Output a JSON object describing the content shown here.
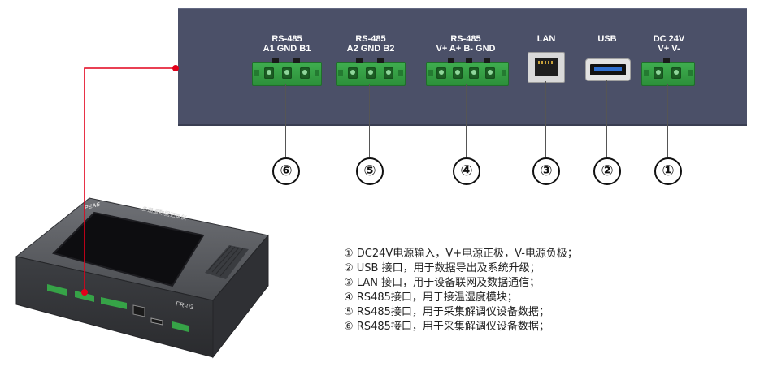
{
  "ports": [
    {
      "id": "6",
      "label_line1": "RS-485",
      "label_line2": "A1 GND B1"
    },
    {
      "id": "5",
      "label_line1": "RS-485",
      "label_line2": "A2 GND B2"
    },
    {
      "id": "4",
      "label_line1": "RS-485",
      "label_line2": "V+ A+ B- GND"
    },
    {
      "id": "3",
      "label_line1": "LAN",
      "label_line2": ""
    },
    {
      "id": "2",
      "label_line1": "USB",
      "label_line2": ""
    },
    {
      "id": "1",
      "label_line1": "DC 24V",
      "label_line2": "V+ V-"
    }
  ],
  "callouts": {
    "c6": "⑥",
    "c5": "⑤",
    "c4": "④",
    "c3": "③",
    "c2": "②",
    "c1": "①"
  },
  "device": {
    "brand": "PEAS",
    "title": "多通道数据记录仪",
    "model": "FR-03"
  },
  "descriptions": [
    "① DC24V电源输入，V+电源正极，V-电源负极；",
    "② USB 接口，用于数据导出及系统升级；",
    "③ LAN 接口，用于设备联网及数据通信；",
    "④ RS485接口，用于接温湿度模块；",
    "⑤ RS485接口，用于采集解调仪设备数据；",
    "⑥ RS485接口，用于采集解调仪设备数据；"
  ],
  "colors": {
    "panel": "#4b5068",
    "terminal_green": "#3fae4f",
    "leader_red": "#e2001a"
  }
}
